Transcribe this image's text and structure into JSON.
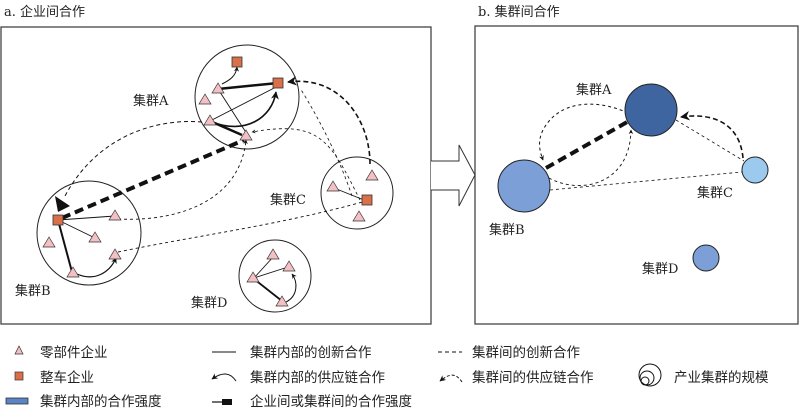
{
  "panels": {
    "a": {
      "title": "a. 企业间合作"
    },
    "b": {
      "title": "b. 集群间合作"
    }
  },
  "clusters": {
    "A": {
      "label": "集群A",
      "color": "#3f65a0"
    },
    "B": {
      "label": "集群B",
      "color": "#7b9fd6"
    },
    "C": {
      "label": "集群C",
      "color": "#9cc9ee"
    },
    "D": {
      "label": "集群D",
      "color": "#7b9fd6"
    }
  },
  "colors": {
    "parts_enterprise": "#f4c0c4",
    "vehicle_enterprise": "#d9704a",
    "strength_bar": "#5b84c4"
  },
  "legend": [
    {
      "icon": "triangle-icon",
      "label": "零部件企业"
    },
    {
      "icon": "square-icon",
      "label": "整车企业"
    },
    {
      "icon": "bar-icon",
      "label": "集群内部的合作强度"
    },
    {
      "icon": "solid-line-icon",
      "label": "集群内部的创新合作"
    },
    {
      "icon": "curved-arrow-icon",
      "label": "集群内部的供应链合作"
    },
    {
      "icon": "thick-line-icon",
      "label": "企业间或集群间的合作强度"
    },
    {
      "icon": "dashed-line-icon",
      "label": "集群间的创新合作"
    },
    {
      "icon": "dashed-curved-arrow-icon",
      "label": "集群间的供应链合作"
    },
    {
      "icon": "nested-circles-icon",
      "label": "产业集群的规模"
    }
  ]
}
